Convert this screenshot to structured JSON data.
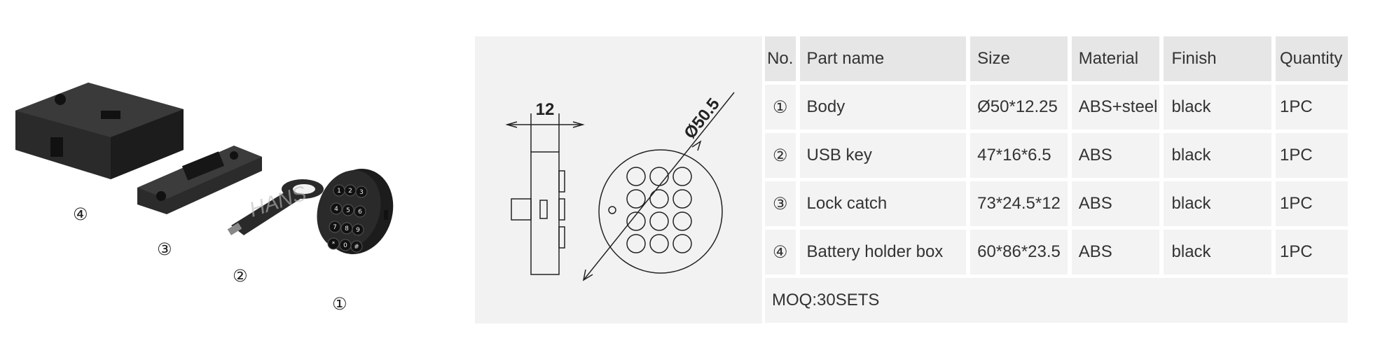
{
  "photo": {
    "labels": [
      {
        "id": "battery-box",
        "text": "④"
      },
      {
        "id": "lock-catch",
        "text": "③"
      },
      {
        "id": "usb-key",
        "text": "②"
      },
      {
        "id": "body",
        "text": "①"
      }
    ],
    "watermark": "HANS",
    "keypad_keys": [
      "1",
      "2",
      "3",
      "4",
      "5",
      "6",
      "7",
      "8",
      "9",
      "*",
      "0",
      "#"
    ]
  },
  "drawing": {
    "width_dim": "12",
    "diameter_dim": "Ø50.5"
  },
  "table": {
    "headers": {
      "no": "No.",
      "name": "Part name",
      "size": "Size",
      "material": "Material",
      "finish": "Finish",
      "quantity": "Quantity"
    },
    "rows": [
      {
        "no": "①",
        "name": "Body",
        "size": "Ø50*12.25",
        "material": "ABS+steel",
        "finish": "black",
        "quantity": "1PC"
      },
      {
        "no": "②",
        "name": "USB key",
        "size": "47*16*6.5",
        "material": "ABS",
        "finish": "black",
        "quantity": "1PC"
      },
      {
        "no": "③",
        "name": "Lock catch",
        "size": "73*24.5*12",
        "material": "ABS",
        "finish": "black",
        "quantity": "1PC"
      },
      {
        "no": "④",
        "name": "Battery holder box",
        "size": "60*86*23.5",
        "material": "ABS",
        "finish": "black",
        "quantity": "1PC"
      }
    ],
    "moq": "MOQ:30SETS"
  }
}
